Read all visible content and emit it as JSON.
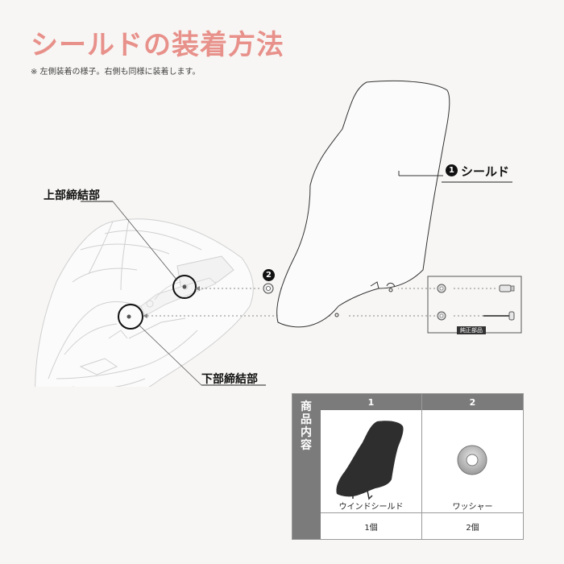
{
  "header": {
    "title": "シールドの装着方法",
    "note": "※ 左側装着の様子。右側も同様に装着します。"
  },
  "callouts": {
    "upper": "上部締結部",
    "lower": "下部締結部",
    "shield_num": "1",
    "shield_label": "シールド",
    "washer_num": "2",
    "stock_tag": "純正部品"
  },
  "products": {
    "side_title": "商品内容",
    "items": [
      {
        "num": "1",
        "name": "ウインドシールド",
        "qty": "1個"
      },
      {
        "num": "2",
        "name": "ワッシャー",
        "qty": "2個"
      }
    ]
  },
  "colors": {
    "title": "#e8908a",
    "table_header": "#7b7b7b",
    "background": "#f7f6f4"
  }
}
